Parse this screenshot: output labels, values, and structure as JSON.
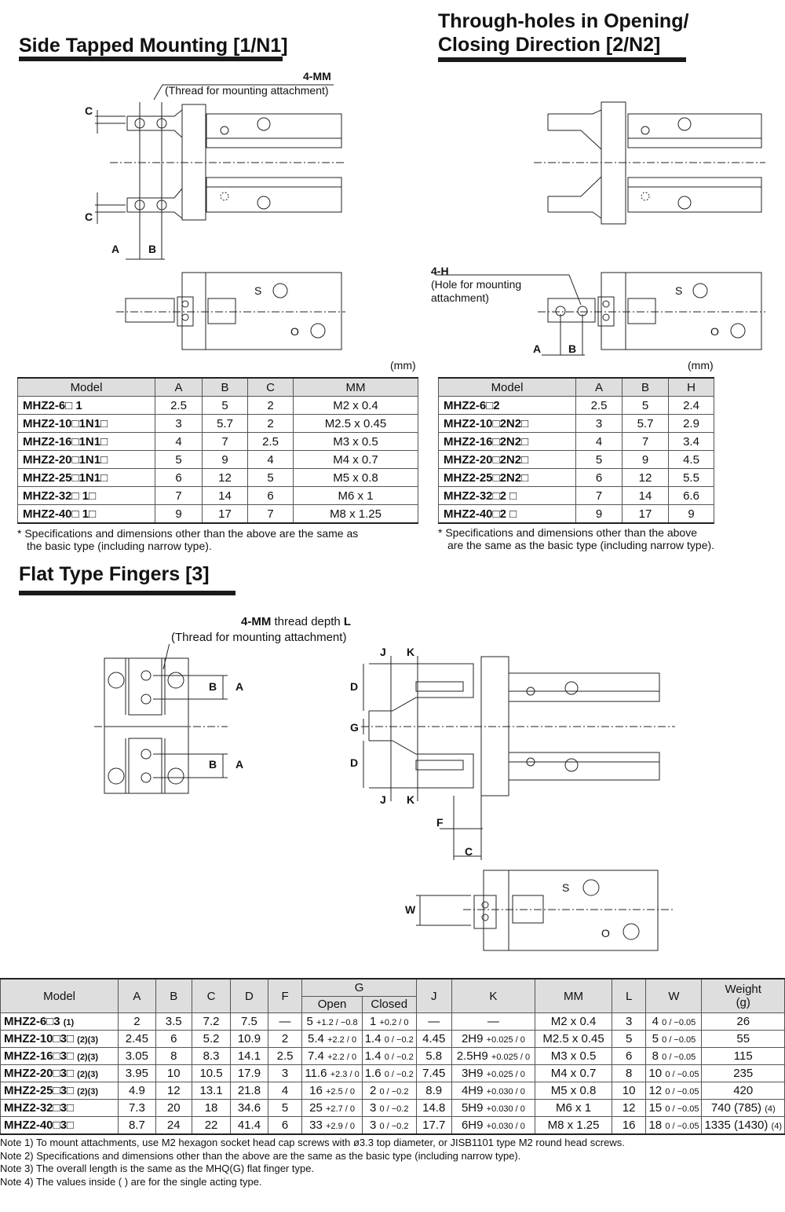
{
  "section1": {
    "title": "Side Tapped Mounting [1/N1]",
    "callout_code": "4-MM",
    "callout_text": "(Thread for mounting attachment)",
    "dims": {
      "a": "A",
      "b": "B",
      "c": "C",
      "s": "S",
      "o": "O"
    },
    "unit": "(mm)",
    "headers": [
      "Model",
      "A",
      "B",
      "C",
      "MM"
    ],
    "rows": [
      [
        "MHZ2-6□ 1",
        "2.5",
        "5",
        "2",
        "M2 x 0.4"
      ],
      [
        "MHZ2-10□1N1□",
        "3",
        "5.7",
        "2",
        "M2.5 x 0.45"
      ],
      [
        "MHZ2-16□1N1□",
        "4",
        "7",
        "2.5",
        "M3 x 0.5"
      ],
      [
        "MHZ2-20□1N1□",
        "5",
        "9",
        "4",
        "M4 x 0.7"
      ],
      [
        "MHZ2-25□1N1□",
        "6",
        "12",
        "5",
        "M5 x 0.8"
      ],
      [
        "MHZ2-32□ 1□",
        "7",
        "14",
        "6",
        "M6 x 1"
      ],
      [
        "MHZ2-40□ 1□",
        "9",
        "17",
        "7",
        "M8 x 1.25"
      ]
    ],
    "note_line1": "* Specifications and dimensions other than the above are the same as",
    "note_line2": "the basic type (including narrow type)."
  },
  "section2": {
    "title_line1": "Through-holes in Opening/",
    "title_line2": "Closing Direction [2/N2]",
    "callout_code": "4-H",
    "callout_text1": "(Hole for mounting",
    "callout_text2": "attachment)",
    "unit": "(mm)",
    "headers": [
      "Model",
      "A",
      "B",
      "H"
    ],
    "rows": [
      [
        "MHZ2-6□2",
        "2.5",
        "5",
        "2.4"
      ],
      [
        "MHZ2-10□2N2□",
        "3",
        "5.7",
        "2.9"
      ],
      [
        "MHZ2-16□2N2□",
        "4",
        "7",
        "3.4"
      ],
      [
        "MHZ2-20□2N2□",
        "5",
        "9",
        "4.5"
      ],
      [
        "MHZ2-25□2N2□",
        "6",
        "12",
        "5.5"
      ],
      [
        "MHZ2-32□2 □",
        "7",
        "14",
        "6.6"
      ],
      [
        "MHZ2-40□2 □",
        "9",
        "17",
        "9"
      ]
    ],
    "note_line1": "* Specifications and dimensions other than the above",
    "note_line2": "are the same as the basic type (including narrow type)."
  },
  "section3": {
    "title": "Flat Type Fingers [3]",
    "callout_code": "4-MM",
    "callout_mid": " thread depth ",
    "callout_l": "L",
    "callout_text": "(Thread for mounting attachment)",
    "dims": {
      "a": "A",
      "b": "B",
      "c": "C",
      "d": "D",
      "f": "F",
      "g": "G",
      "j": "J",
      "k": "K",
      "w": "W",
      "s": "S",
      "o": "O"
    }
  },
  "table3": {
    "headers": {
      "model": "Model",
      "a": "A",
      "b": "B",
      "c": "C",
      "d": "D",
      "f": "F",
      "g": "G",
      "open": "Open",
      "closed": "Closed",
      "j": "J",
      "k": "K",
      "mm": "MM",
      "l": "L",
      "w": "W",
      "weight": "Weight",
      "weight_unit": "(g)"
    },
    "rows": [
      {
        "model": "MHZ2-6□3",
        "sup": "(1)",
        "a": "2",
        "b": "3.5",
        "c": "7.2",
        "d": "7.5",
        "f": "—",
        "g_open": "5",
        "g_open_tol": "+1.2 / −0.8",
        "g_closed": "1",
        "g_closed_tol": "+0.2 / 0",
        "j": "—",
        "k": "—",
        "k_tol": "",
        "mm": "M2 x 0.4",
        "l": "3",
        "w": "4",
        "w_tol": "0 / −0.05",
        "weight": "26"
      },
      {
        "model": "MHZ2-10□3□",
        "sup": "(2)(3)",
        "a": "2.45",
        "b": "6",
        "c": "5.2",
        "d": "10.9",
        "f": "2",
        "g_open": "5.4",
        "g_open_tol": "+2.2 / 0",
        "g_closed": "1.4",
        "g_closed_tol": "0 / −0.2",
        "j": "4.45",
        "k": "2H9",
        "k_tol": "+0.025 / 0",
        "mm": "M2.5 x 0.45",
        "l": "5",
        "w": "5",
        "w_tol": "0 / −0.05",
        "weight": "55"
      },
      {
        "model": "MHZ2-16□3□",
        "sup": "(2)(3)",
        "a": "3.05",
        "b": "8",
        "c": "8.3",
        "d": "14.1",
        "f": "2.5",
        "g_open": "7.4",
        "g_open_tol": "+2.2 / 0",
        "g_closed": "1.4",
        "g_closed_tol": "0 / −0.2",
        "j": "5.8",
        "k": "2.5H9",
        "k_tol": "+0.025 / 0",
        "mm": "M3 x 0.5",
        "l": "6",
        "w": "8",
        "w_tol": "0 / −0.05",
        "weight": "115"
      },
      {
        "model": "MHZ2-20□3□",
        "sup": "(2)(3)",
        "a": "3.95",
        "b": "10",
        "c": "10.5",
        "d": "17.9",
        "f": "3",
        "g_open": "11.6",
        "g_open_tol": "+2.3 / 0",
        "g_closed": "1.6",
        "g_closed_tol": "0 / −0.2",
        "j": "7.45",
        "k": "3H9",
        "k_tol": "+0.025 / 0",
        "mm": "M4 x 0.7",
        "l": "8",
        "w": "10",
        "w_tol": "0 / −0.05",
        "weight": "235"
      },
      {
        "model": "MHZ2-25□3□",
        "sup": "(2)(3)",
        "a": "4.9",
        "b": "12",
        "c": "13.1",
        "d": "21.8",
        "f": "4",
        "g_open": "16",
        "g_open_tol": "+2.5 / 0",
        "g_closed": "2",
        "g_closed_tol": "0 / −0.2",
        "j": "8.9",
        "k": "4H9",
        "k_tol": "+0.030 / 0",
        "mm": "M5 x 0.8",
        "l": "10",
        "w": "12",
        "w_tol": "0 / −0.05",
        "weight": "420"
      },
      {
        "model": "MHZ2-32□3□",
        "sup": "",
        "a": "7.3",
        "b": "20",
        "c": "18",
        "d": "34.6",
        "f": "5",
        "g_open": "25",
        "g_open_tol": "+2.7 / 0",
        "g_closed": "3",
        "g_closed_tol": "0 / −0.2",
        "j": "14.8",
        "k": "5H9",
        "k_tol": "+0.030 / 0",
        "mm": "M6 x 1",
        "l": "12",
        "w": "15",
        "w_tol": "0 / −0.05",
        "weight": "740 (785)",
        "weight_sup": "(4)"
      },
      {
        "model": "MHZ2-40□3□",
        "sup": "",
        "a": "8.7",
        "b": "24",
        "c": "22",
        "d": "41.4",
        "f": "6",
        "g_open": "33",
        "g_open_tol": "+2.9 / 0",
        "g_closed": "3",
        "g_closed_tol": "0 / −0.2",
        "j": "17.7",
        "k": "6H9",
        "k_tol": "+0.030 / 0",
        "mm": "M8 x 1.25",
        "l": "16",
        "w": "18",
        "w_tol": "0 / −0.05",
        "weight": "1335 (1430)",
        "weight_sup": "(4)"
      }
    ]
  },
  "notes": [
    "Note 1) To mount attachments, use M2 hexagon socket head cap screws with ø3.3 top diameter, or JISB1101 type M2 round head screws.",
    "Note 2) Specifications and dimensions other than the above are the same as the basic type (including narrow type).",
    "Note 3) The overall length is the same as the MHQ(G) flat finger type.",
    "Note 4) The values inside (  ) are for the single acting type."
  ]
}
